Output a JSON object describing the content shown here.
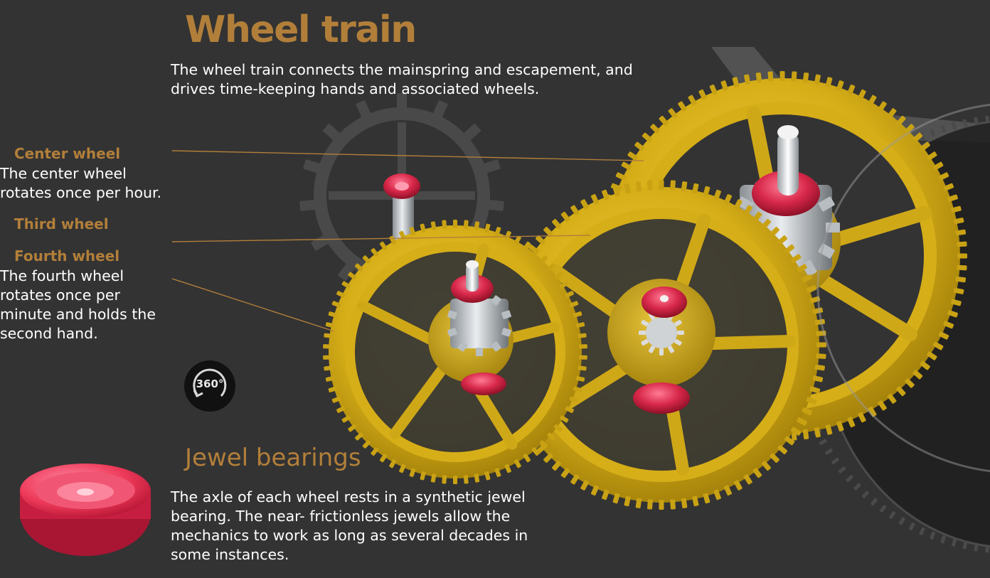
{
  "header": {
    "title": "Wheel train",
    "intro": "The wheel train connects the mainspring and escapement, and drives time-keeping hands and associated wheels."
  },
  "labels": {
    "center": {
      "heading": "Center wheel",
      "text": "The center wheel rotates once per hour."
    },
    "third": {
      "heading": "Third wheel"
    },
    "fourth": {
      "heading": "Fourth wheel",
      "text": "The fourth wheel rotates once per minute and holds the second hand."
    }
  },
  "jewel": {
    "heading": "Jewel bearings",
    "text": "The axle of each wheel rests in a synthetic jewel bearing. The near- frictionless jewels allow the mechanics to work as long as several decades in some instances."
  },
  "controls": {
    "rotate_label": "360°",
    "rotate_icon": "rotate-360-icon"
  },
  "colors": {
    "background": "#333333",
    "accent": "#B27F3A",
    "gear_gold": "#D9B21C",
    "jewel_red": "#D8284A"
  }
}
